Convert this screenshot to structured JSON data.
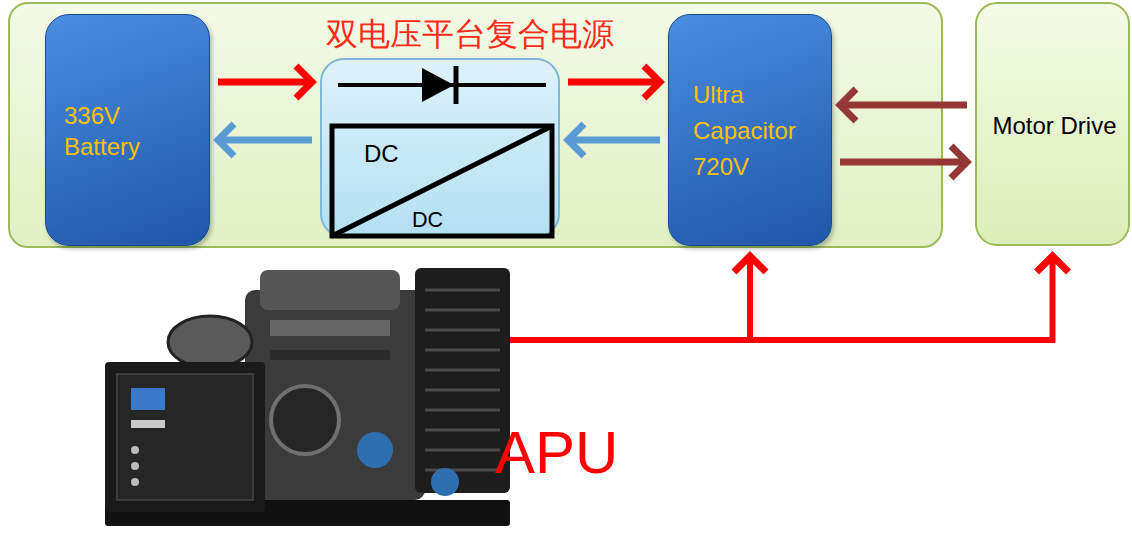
{
  "diagram": {
    "nodes": [
      {
        "text": [
          "双电压平台复合电源"
        ]
      },
      {
        "text": [
          "336V Battery"
        ],
        "in": 0
      },
      {
        "text": [
          "DC",
          "DC"
        ],
        "in": 0
      },
      {
        "text": [
          "Ultra Capacitor 720V"
        ],
        "in": 0
      },
      {
        "text": [
          "Motor Drive"
        ]
      },
      {
        "text": [
          "APU"
        ]
      }
    ],
    "edges": [
      {
        "from": 1,
        "to": 2,
        "arrow": "to"
      },
      {
        "from": 2,
        "to": 1,
        "arrow": "to"
      },
      {
        "from": 2,
        "to": 3,
        "arrow": "to"
      },
      {
        "from": 3,
        "to": 2,
        "arrow": "to"
      },
      {
        "from": 4,
        "to": 3,
        "arrow": "to"
      },
      {
        "from": 3,
        "to": 4,
        "arrow": "to"
      },
      {
        "from": 5,
        "to": 3,
        "arrow": "to"
      },
      {
        "from": 5,
        "to": 4,
        "arrow": "to"
      }
    ]
  }
}
